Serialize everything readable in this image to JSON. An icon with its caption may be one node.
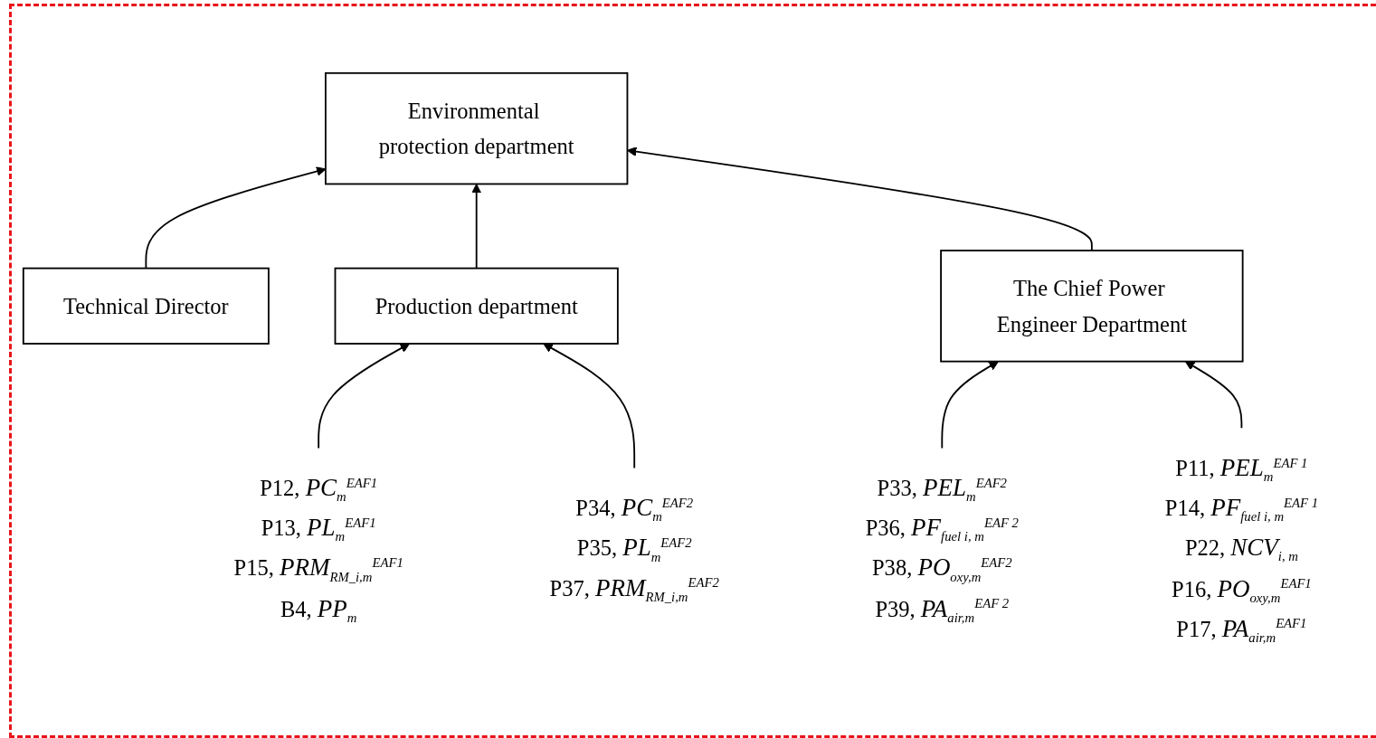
{
  "diagram": {
    "nodes": [
      {
        "text": [
          "Technical Director"
        ]
      },
      {
        "text": [
          "Environmental protection department"
        ]
      },
      {
        "text": [
          "Production department"
        ]
      },
      {
        "text": [
          "The Chief Power Engineer Department"
        ]
      },
      {
        "text": [
          "P12, *PC*$_{m}$$^{EAF1}$",
          "P13, *PL*$_{m}$$^{EAF1}$",
          "P15, *PRM*$_{RM_i,m}$$^{EAF1}$",
          "B4, *PP*$_{m}$"
        ]
      },
      {
        "text": [
          "P34, *PC*$_{m}$$^{EAF2}$",
          "P35, *PL*$_{m}$$^{EAF2}$",
          "P37, *PRM*$_{RM_i,m}$$^{EAF2}$"
        ]
      },
      {
        "text": [
          "P33, *PEL*$_{m}$$^{EAF2}$",
          "P36, *PF*$_{fuel i, m}$$^{EAF 2}$",
          "P38, *PO*$_{oxy,m}$$^{EAF2}$",
          "P39, *PA*$_{air,m}$$^{EAF 2}$"
        ]
      },
      {
        "text": [
          "P11, *PEL*$_{m}$$^{EAF 1}$",
          "P14, *PF*$_{fuel i, m}$$^{EAF 1}$",
          "P22, *NCV*$_{i, m}$",
          "P16, *PO*$_{oxy,m}$$^{EAF1}$",
          "P17, *PA*$_{air,m}$$^{EAF1}$"
        ]
      }
    ],
    "edges": [
      {
        "from": 0,
        "to": 1,
        "arrow": "to"
      },
      {
        "from": 2,
        "to": 1,
        "arrow": "to"
      },
      {
        "from": 3,
        "to": 1,
        "arrow": "to"
      },
      {
        "from": 4,
        "to": 2,
        "arrow": "to"
      },
      {
        "from": 5,
        "to": 2,
        "arrow": "to"
      },
      {
        "from": 6,
        "to": 3,
        "arrow": "to"
      },
      {
        "from": 7,
        "to": 3,
        "arrow": "to"
      }
    ]
  }
}
